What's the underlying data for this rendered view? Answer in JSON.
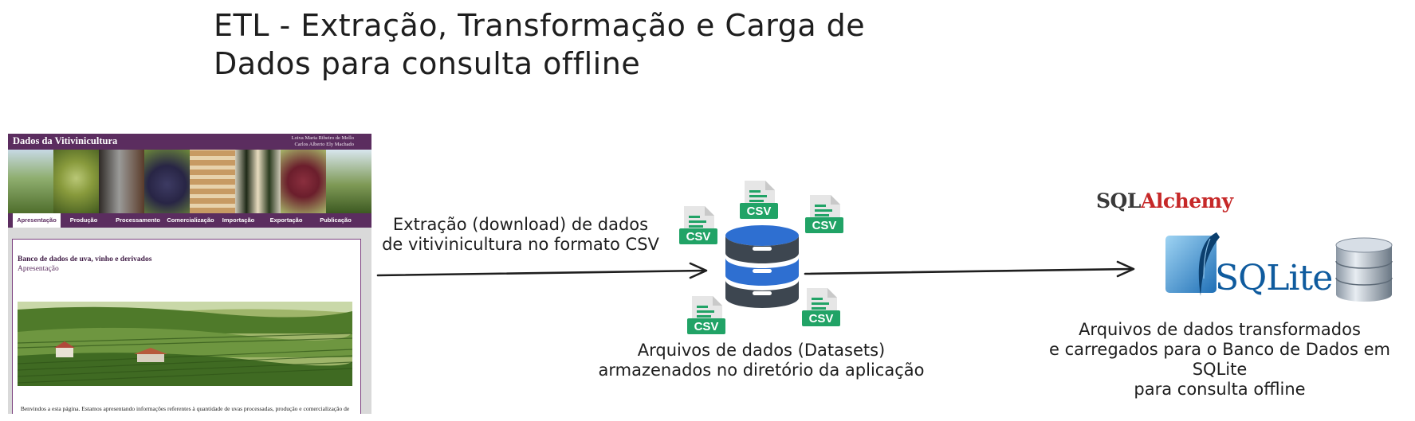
{
  "title": {
    "line1": "ETL - Extração, Transformação e Carga de",
    "line2": "Dados para consulta offline"
  },
  "website": {
    "site_title": "Dados da Vitivinicultura",
    "authors": [
      "Loiva Maria Ribeiro de Mello",
      "Carlos Alberto Ely Machado"
    ],
    "nav": [
      "Apresentação",
      "Produção",
      "Processamento",
      "Comercialização",
      "Importação",
      "Exportação",
      "Publicação"
    ],
    "active_tab": "Apresentação",
    "body_heading": "Banco de dados de uva, vinho e derivados",
    "body_subheading": "Apresentação",
    "body_text": "Benvindos a esta página. Estamos apresentando informações referentes à quantidade de uvas processadas, produção e comercialização de vinhos, sucos e derivados provenientes do Estado do Rio Grande do Sul, que"
  },
  "steps": {
    "extract_caption_1": "Extração (download) de dados",
    "extract_caption_2": "de vitivinicultura no formato CSV",
    "datasets_caption_1": "Arquivos de dados (Datasets)",
    "datasets_caption_2": "armazenados no diretório da aplicação",
    "load_caption_1": "Arquivos de dados transformados",
    "load_caption_2": "e carregados para o Banco de Dados em SQLite",
    "load_caption_3": "para consulta offline"
  },
  "csv_label": "CSV",
  "logos": {
    "sqlalchemy_sql": "SQL",
    "sqlalchemy_alchemy": "Alchemy",
    "sqlite_text": "SQLite"
  },
  "colors": {
    "site_purple": "#5b2d5f",
    "csv_green": "#21a366",
    "db_blue": "#2e6fd1",
    "db_dark": "#3d4650",
    "sqlalchemy_red": "#c62828",
    "sqlite_blue": "#0f5b9e"
  },
  "icons": [
    "csv-file-icon",
    "database-icon",
    "arrow-right-icon",
    "sqlalchemy-logo",
    "sqlite-logo",
    "database-cylinder-icon"
  ]
}
